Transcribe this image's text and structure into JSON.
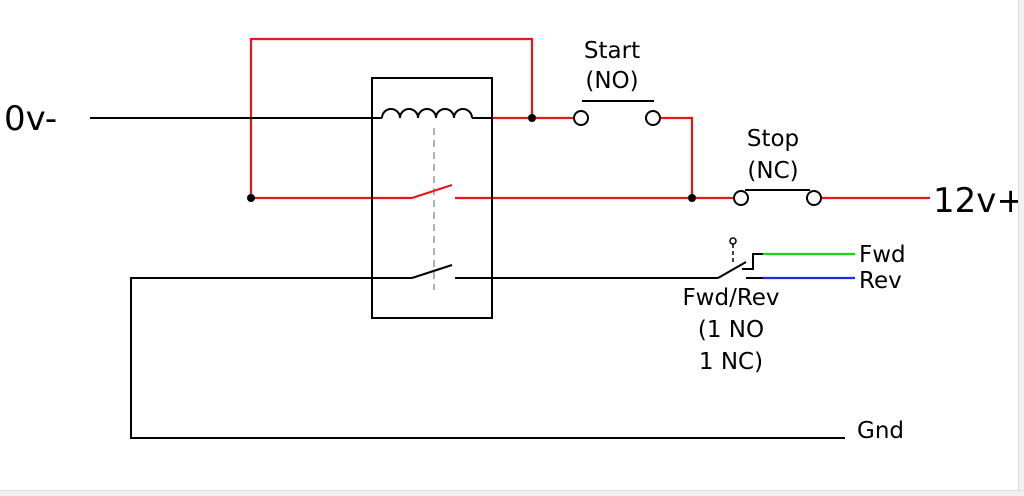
{
  "colors": {
    "control_wire": "#e8151b",
    "black_wire": "#000000",
    "fwd_wire": "#19d419",
    "rev_wire": "#1c2be6",
    "background": "#ffffff"
  },
  "labels": {
    "supply_negative": "0v-",
    "supply_positive": "12v+",
    "start_name": "Start",
    "start_type": "(NO)",
    "stop_name": "Stop",
    "stop_type": "(NC)",
    "fwd_out": "Fwd",
    "rev_out": "Rev",
    "gnd_out": "Gnd",
    "selector_name": "Fwd/Rev",
    "selector_contacts_1": "(1 NO",
    "selector_contacts_2": "1 NC)"
  },
  "icons": {
    "relay": "relay-box-icon",
    "coil": "relay-coil-icon",
    "start_switch": "pushbutton-no-icon",
    "stop_switch": "pushbutton-nc-icon",
    "selector": "changeover-switch-icon"
  }
}
